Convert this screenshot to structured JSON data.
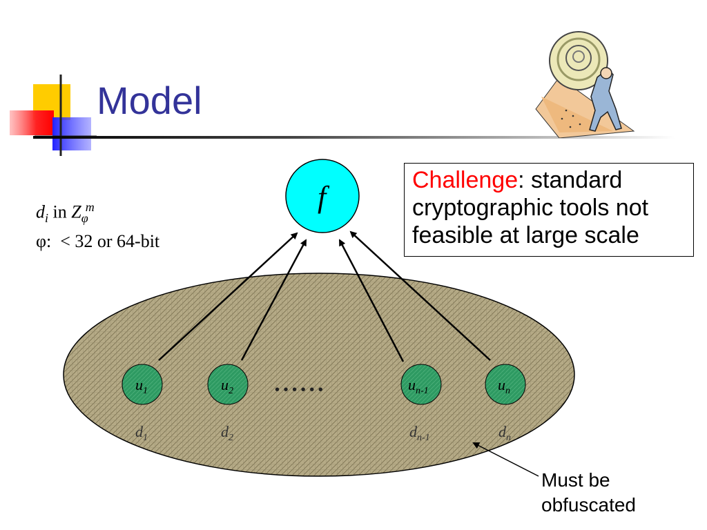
{
  "slide": {
    "title": "Model"
  },
  "challenge": {
    "keyword": "Challenge",
    "text": ": standard cryptographic tools not feasible at large scale"
  },
  "note": {
    "line1_var": "d",
    "line1_sub": "i",
    "line1_mid": " in ",
    "line1_set": "Z",
    "line1_set_sub": "φ",
    "line1_set_sup": "m",
    "line2": "φ:  < 32 or 64-bit"
  },
  "diagram": {
    "aggregator_label": "f",
    "nodes": [
      {
        "label": "u",
        "sub": "1",
        "data_label": "d",
        "data_sub": "1"
      },
      {
        "label": "u",
        "sub": "2",
        "data_label": "d",
        "data_sub": "2"
      },
      {
        "label": "u",
        "sub": "n-1",
        "data_label": "d",
        "data_sub": "n-1"
      },
      {
        "label": "u",
        "sub": "n",
        "data_label": "d",
        "data_sub": "n"
      }
    ],
    "ellipsis": "• • • • • •",
    "colors": {
      "aggregator_fill": "#00ffff",
      "node_fill": "#2e9a62",
      "region_fill": "#b5aa86"
    }
  },
  "callout": {
    "line1": "Must be",
    "line2": "obfuscated"
  },
  "decoration": {
    "illustration": "sisyphus-rolling-boulder-clipart"
  }
}
